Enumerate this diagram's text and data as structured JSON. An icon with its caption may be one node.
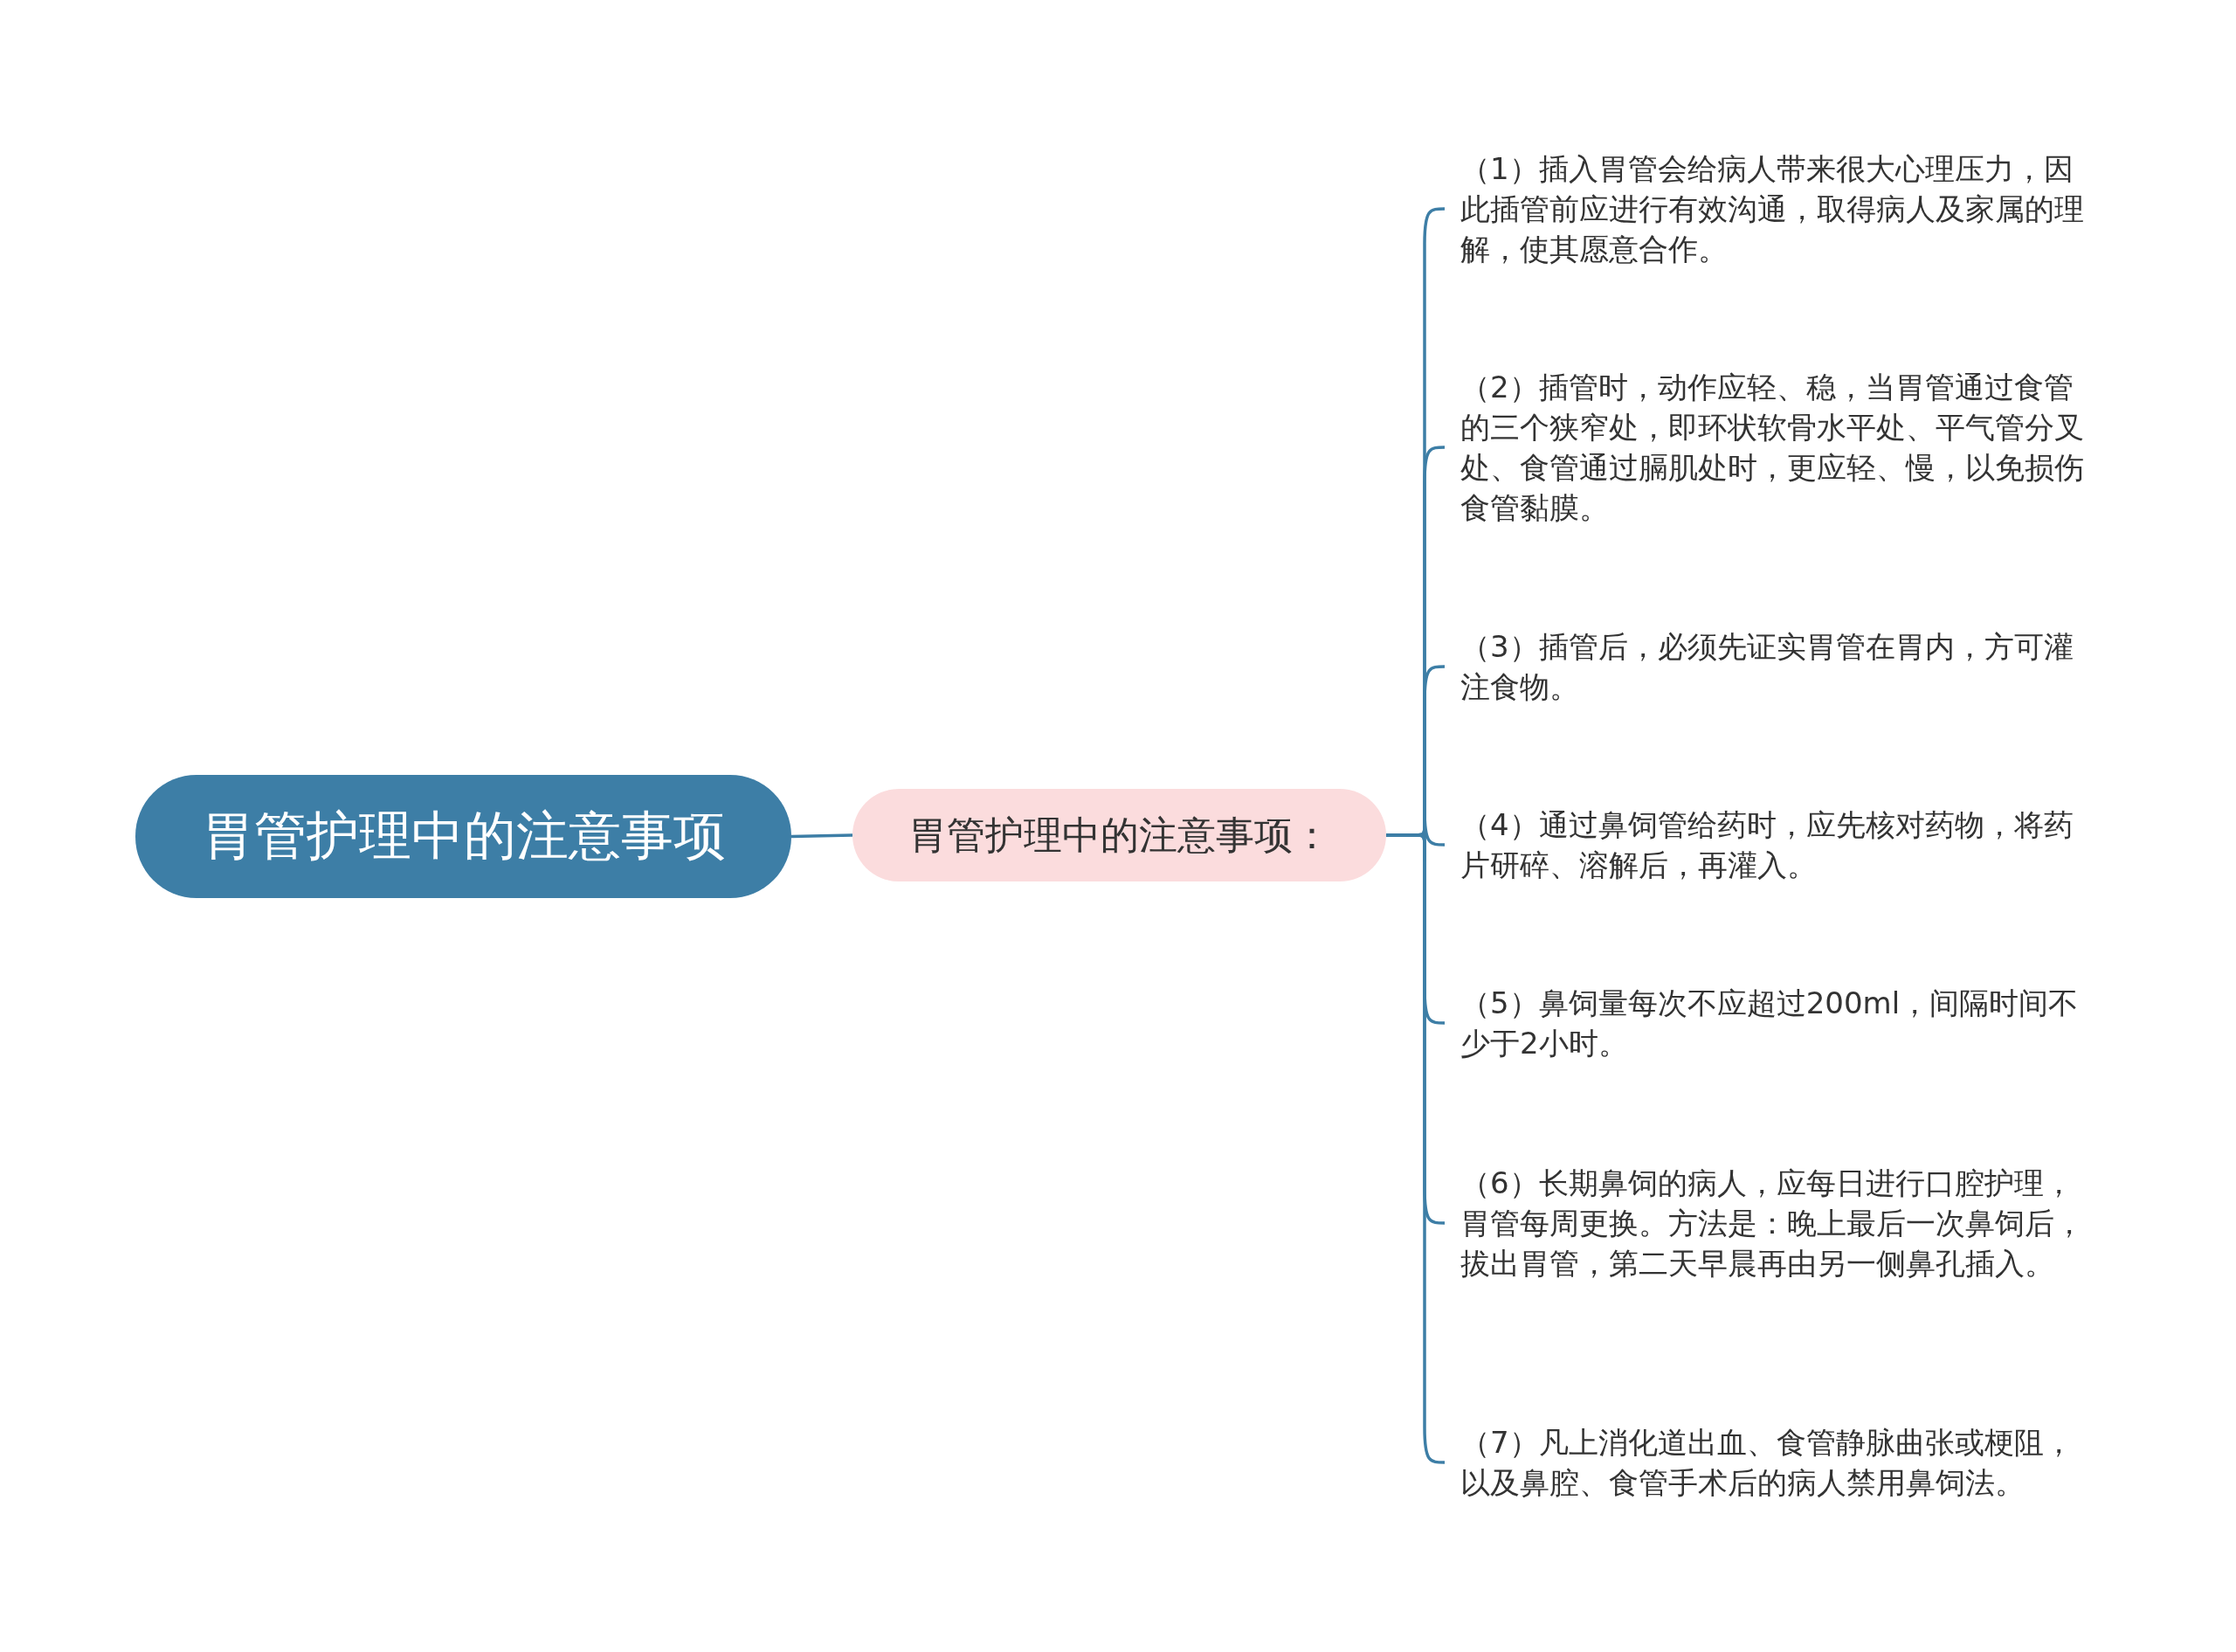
{
  "diagram": {
    "nodes": [
      {
        "text": [
          "胃管护理中的注意事项"
        ]
      },
      {
        "text": [
          "胃管护理中的注意事项："
        ]
      },
      {
        "text": [
          "（1）插入胃管会给病人带来很大心理压力，因此插管前应进行有效沟通，取得病人及家属的理解，使其愿意合作。"
        ]
      },
      {
        "text": [
          "（2）插管时，动作应轻、稳，当胃管通过食管的三个狭窄处，即环状软骨水平处、平气管分叉处、食管通过膈肌处时，更应轻、慢，以免损伤食管黏膜。"
        ]
      },
      {
        "text": [
          "（3）插管后，必须先证实胃管在胃内，方可灌注食物。"
        ]
      },
      {
        "text": [
          "（4）通过鼻饲管给药时，应先核对药物，将药片研碎、溶解后，再灌入。"
        ]
      },
      {
        "text": [
          "（5）鼻饲量每次不应超过200ml，间隔时间不少于2小时。"
        ]
      },
      {
        "text": [
          "（6）长期鼻饲的病人，应每日进行口腔护理，胃管每周更换。方法是：晚上最后一次鼻饲后，拔出胃管，第二天早晨再由另一侧鼻孔插入。"
        ]
      },
      {
        "text": [
          "（7）凡上消化道出血、食管静脉曲张或梗阻，以及鼻腔、食管手术后的病人禁用鼻饲法。"
        ]
      }
    ],
    "edges": [
      {
        "from": 0,
        "to": 1,
        "arrow": "none"
      },
      {
        "from": 1,
        "to": 2,
        "arrow": "none"
      },
      {
        "from": 1,
        "to": 3,
        "arrow": "none"
      },
      {
        "from": 1,
        "to": 4,
        "arrow": "none"
      },
      {
        "from": 1,
        "to": 5,
        "arrow": "none"
      },
      {
        "from": 1,
        "to": 6,
        "arrow": "none"
      },
      {
        "from": 1,
        "to": 7,
        "arrow": "none"
      },
      {
        "from": 1,
        "to": 8,
        "arrow": "none"
      }
    ]
  }
}
